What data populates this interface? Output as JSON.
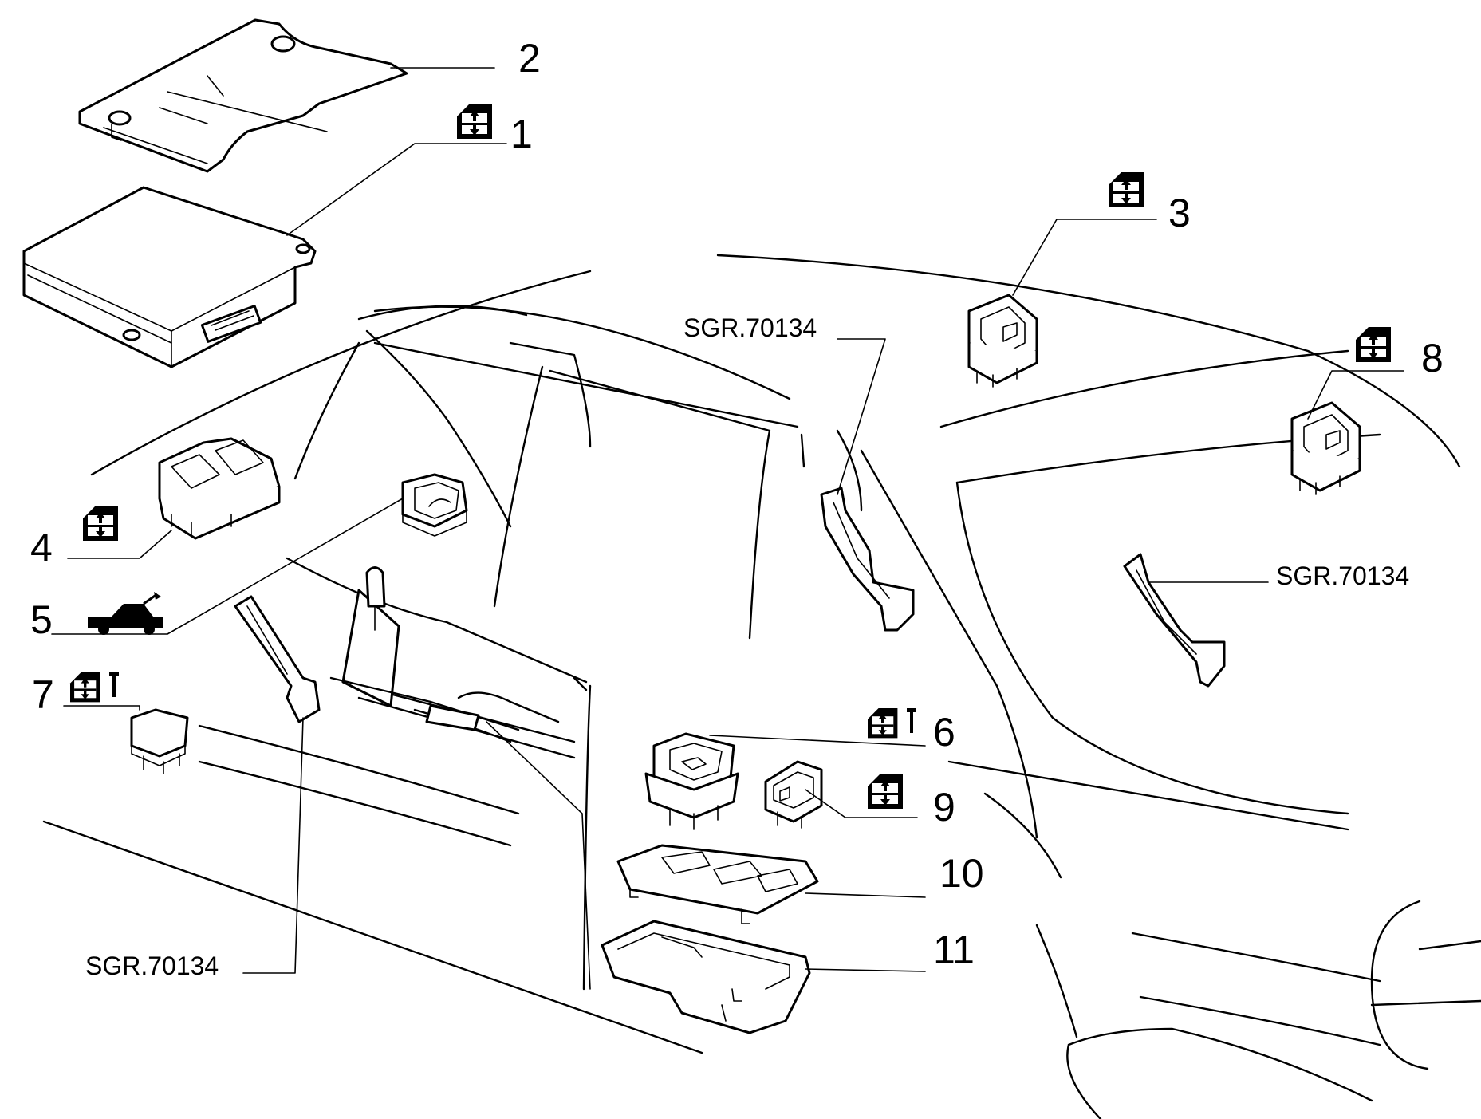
{
  "callouts": {
    "p1": "1",
    "p2": "2",
    "p3": "3",
    "p4": "4",
    "p5": "5",
    "p6": "6",
    "p7": "7",
    "p8": "8",
    "p9": "9",
    "p10": "10",
    "p11": "11"
  },
  "references": {
    "ref_top": "SGR.70134",
    "ref_right": "SGR.70134",
    "ref_bottom": "SGR.70134"
  },
  "icons": {
    "window_lift": "window-lift-icon",
    "window_lift_relay": "window-lift-relay-icon",
    "boot_release": "boot-release-icon"
  }
}
